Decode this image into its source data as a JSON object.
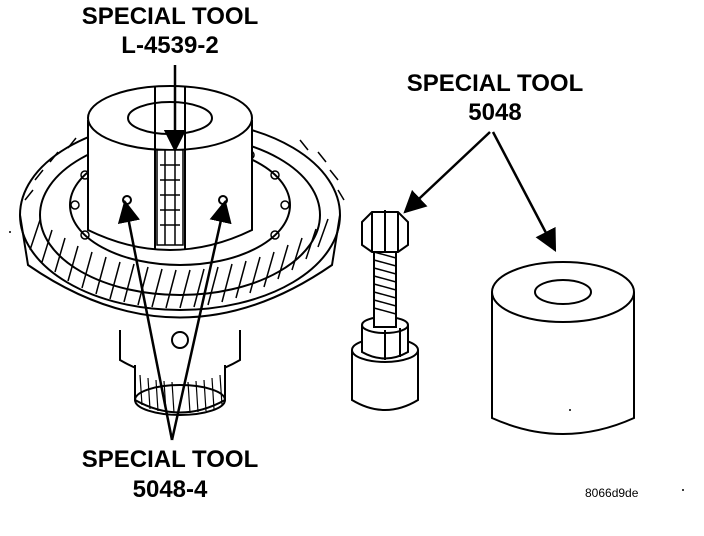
{
  "callouts": {
    "top_left": {
      "line1": "SPECIAL TOOL",
      "line2": "L-4539-2"
    },
    "top_right": {
      "line1": "SPECIAL TOOL",
      "line2": "5048"
    },
    "bottom": {
      "line1": "SPECIAL TOOL",
      "line2": "5048-4"
    }
  },
  "figure_id": "8066d9de",
  "colors": {
    "ink": "#000000",
    "paper": "#ffffff"
  }
}
